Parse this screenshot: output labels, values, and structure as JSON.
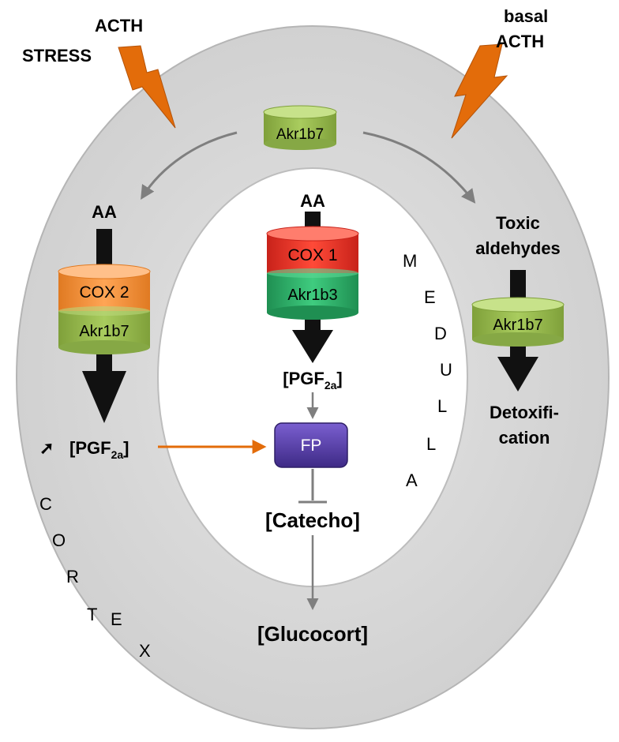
{
  "stimuli": {
    "left_line1": "ACTH",
    "left_line2": "STRESS",
    "right_line1": "basal",
    "right_line2": "ACTH"
  },
  "top_enzyme": "Akr1b7",
  "left_pathway": {
    "substrate": "AA",
    "enzyme_top": "COX 2",
    "enzyme_bottom": "Akr1b7",
    "product_arrow": "➚",
    "product_main": "[PGF",
    "product_sub": "2a",
    "product_end": "]"
  },
  "center_pathway": {
    "substrate": "AA",
    "enzyme_top": "COX 1",
    "enzyme_bottom": "Akr1b3",
    "product_main": "[PGF",
    "product_sub": "2a",
    "product_end": "]",
    "receptor": "FP",
    "catecho": "[Catecho]",
    "glucocort": "[Glucocort]"
  },
  "right_pathway": {
    "substrate_line1": "Toxic",
    "substrate_line2": "aldehydes",
    "enzyme": "Akr1b7",
    "product_line1": "Detoxifi-",
    "product_line2": "cation"
  },
  "medulla_letters": [
    "M",
    "E",
    "D",
    "U",
    "L",
    "L",
    "A"
  ],
  "cortex_letters": [
    "C",
    "O",
    "R",
    "T",
    "E",
    "X"
  ],
  "colors": {
    "cortex": "#d9d9d9",
    "medulla": "#ffffff",
    "lightning": "#e36c0a",
    "green_cylinder": "#9bbb59",
    "teal_cylinder": "#2fb36b",
    "cox2": "#f79646",
    "cox1": "#ea3a2a",
    "receptor": "#5b3fa8",
    "orange_arrow": "#e36c0a",
    "gray_arrow": "#808080"
  }
}
